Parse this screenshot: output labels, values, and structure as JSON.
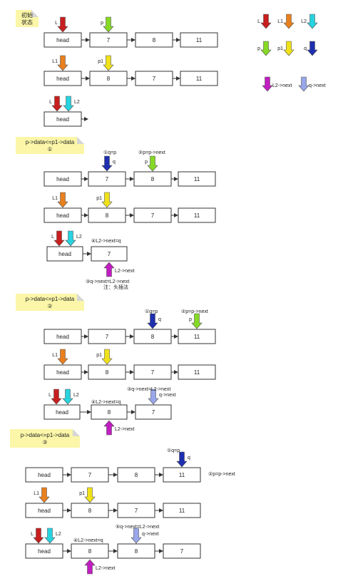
{
  "legend": {
    "items": [
      {
        "label": "L",
        "color": "#c81e1e"
      },
      {
        "label": "L1",
        "color": "#e8801e"
      },
      {
        "label": "L2",
        "color": "#27d3df"
      },
      {
        "label": "p",
        "color": "#86d925"
      },
      {
        "label": "p1",
        "color": "#f0e21a"
      },
      {
        "label": "q",
        "color": "#1e2fb0"
      },
      {
        "label": "L2->next",
        "color": "#c01ec0"
      },
      {
        "label": "q->next",
        "color": "#9aa6ea"
      }
    ]
  },
  "sections": [
    {
      "note": {
        "lines": [
          "初始",
          "状态"
        ]
      },
      "lists": [
        {
          "nodes": [
            "head",
            "7",
            "8",
            "11"
          ],
          "pointers": [
            {
              "label": "L",
              "node": 0
            },
            {
              "label": "p",
              "node": 1
            }
          ]
        },
        {
          "nodes": [
            "head",
            "8",
            "7",
            "11"
          ],
          "pointers": [
            {
              "label": "L1",
              "node": 0
            },
            {
              "label": "p1",
              "node": 1
            }
          ]
        },
        {
          "nodes": [
            "head"
          ],
          "pointers": [
            {
              "label": "L",
              "node": 0
            },
            {
              "label": "L2",
              "node": 0
            }
          ]
        }
      ],
      "annotations": []
    },
    {
      "note": {
        "lines": [
          "p->data<=p1->data",
          "①"
        ]
      },
      "lists": [
        {
          "nodes": [
            "head",
            "7",
            "8",
            "11"
          ],
          "pointers": [
            {
              "label": "q",
              "node": 1
            },
            {
              "label": "p",
              "node": 2
            }
          ]
        },
        {
          "nodes": [
            "head",
            "8",
            "7",
            "11"
          ],
          "pointers": [
            {
              "label": "L1",
              "node": 0
            },
            {
              "label": "p1",
              "node": 1
            }
          ]
        },
        {
          "nodes": [
            "head",
            "7"
          ],
          "pointers": [
            {
              "label": "L",
              "node": 0
            },
            {
              "label": "L2",
              "node": 0
            },
            {
              "label": "L2->next",
              "node": 1
            }
          ]
        }
      ],
      "annotations": [
        "①q=p",
        "②p=p->next",
        "④L2->next=q",
        "③q->next=L2->next",
        "注：头插法"
      ]
    },
    {
      "note": {
        "lines": [
          "p->data<=p1->data",
          "②"
        ]
      },
      "lists": [
        {
          "nodes": [
            "head",
            "7",
            "8",
            "11"
          ],
          "pointers": [
            {
              "label": "q",
              "node": 2
            },
            {
              "label": "p",
              "node": 3
            }
          ]
        },
        {
          "nodes": [
            "head",
            "8",
            "7",
            "11"
          ],
          "pointers": [
            {
              "label": "L1",
              "node": 0
            },
            {
              "label": "p1",
              "node": 1
            }
          ]
        },
        {
          "nodes": [
            "head",
            "8",
            "7"
          ],
          "pointers": [
            {
              "label": "L",
              "node": 0
            },
            {
              "label": "L2",
              "node": 0
            },
            {
              "label": "L2->next",
              "node": 1
            },
            {
              "label": "q->next",
              "node": 2
            }
          ]
        }
      ],
      "annotations": [
        "①q=p",
        "②p=p->next",
        "③q->next=L2->next",
        "④L2->next=q"
      ]
    },
    {
      "note": {
        "lines": [
          "p->data<=p1->data",
          "③"
        ]
      },
      "lists": [
        {
          "nodes": [
            "head",
            "7",
            "8",
            "11"
          ],
          "pointers": [
            {
              "label": "q",
              "node": 3
            }
          ]
        },
        {
          "nodes": [
            "head",
            "8",
            "7",
            "11"
          ],
          "pointers": [
            {
              "label": "L1",
              "node": 0
            },
            {
              "label": "p1",
              "node": 1
            }
          ]
        },
        {
          "nodes": [
            "head",
            "8",
            "8",
            "7"
          ],
          "pointers": [
            {
              "label": "L",
              "node": 0
            },
            {
              "label": "L2",
              "node": 0
            },
            {
              "label": "L2->next",
              "node": 1
            },
            {
              "label": "q->next",
              "node": 2
            }
          ]
        }
      ],
      "annotations": [
        "①q=p",
        "②p=p->next",
        "⑤q->next=L2->next",
        "④L2->next=q"
      ]
    }
  ]
}
